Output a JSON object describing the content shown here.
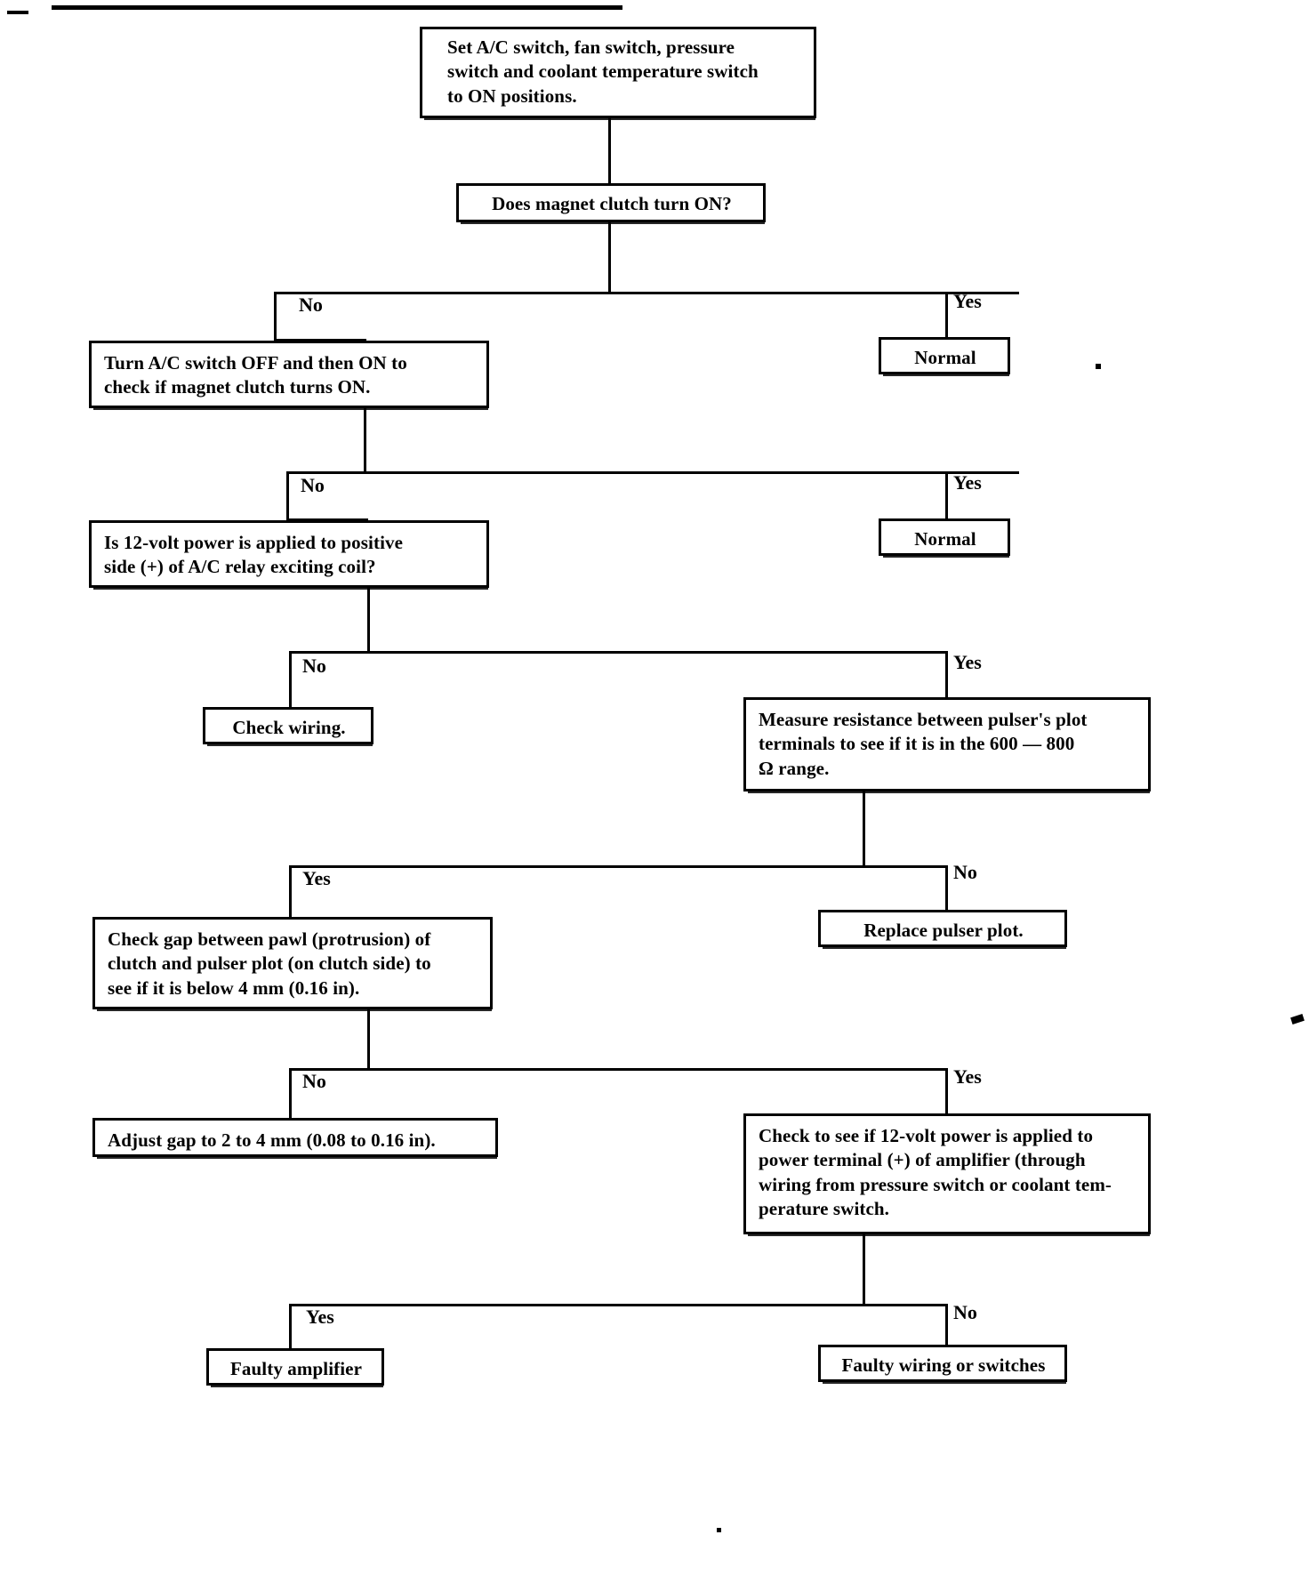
{
  "document": {
    "type": "troubleshooting-flowchart",
    "subject": "A/C magnet clutch diagnosis"
  },
  "nodes": {
    "start": {
      "lines": [
        "Set A/C switch, fan switch, pressure",
        "switch and coolant temperature switch",
        "to ON positions."
      ]
    },
    "q_clutch_on": {
      "lines": [
        "Does magnet clutch turn ON?"
      ]
    },
    "normal_1": {
      "lines": [
        "Normal"
      ]
    },
    "turn_off_on": {
      "lines": [
        "Turn A/C switch OFF and then ON to",
        "check if magnet clutch turns ON."
      ]
    },
    "normal_2": {
      "lines": [
        "Normal"
      ]
    },
    "q_12v_relay": {
      "lines": [
        "Is 12-volt power is applied to positive",
        "side (+) of A/C relay exciting coil?"
      ]
    },
    "check_wiring": {
      "lines": [
        "Check wiring."
      ]
    },
    "measure_resistance": {
      "lines": [
        "Measure resistance between pulser's plot",
        "terminals to see if it is in the 600 — 800",
        "Ω range."
      ]
    },
    "replace_pulser": {
      "lines": [
        "Replace pulser plot."
      ]
    },
    "check_gap": {
      "lines": [
        "Check gap between pawl (protrusion) of",
        "clutch and pulser plot (on clutch side) to",
        "see if it is below 4 mm (0.16 in)."
      ]
    },
    "adjust_gap": {
      "lines": [
        "Adjust gap to 2 to 4 mm (0.08 to 0.16 in)."
      ]
    },
    "check_amp_power": {
      "lines": [
        "Check to see if 12-volt power is applied to",
        "power terminal (+) of amplifier (through",
        "wiring from pressure switch or coolant tem-",
        "perature switch."
      ]
    },
    "faulty_amplifier": {
      "lines": [
        "Faulty amplifier"
      ]
    },
    "faulty_wiring": {
      "lines": [
        "Faulty wiring or switches"
      ]
    }
  },
  "branch_labels": {
    "b1_no": "No",
    "b1_yes": "Yes",
    "b2_no": "No",
    "b2_yes": "Yes",
    "b3_no": "No",
    "b3_yes": "Yes",
    "b4_yes": "Yes",
    "b4_no": "No",
    "b5_no": "No",
    "b5_yes": "Yes",
    "b6_yes": "Yes",
    "b6_no": "No"
  },
  "colors": {
    "ink": "#000000",
    "paper": "#ffffff"
  }
}
